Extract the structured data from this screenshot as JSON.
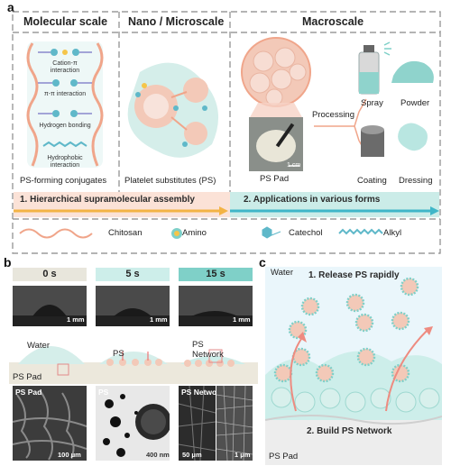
{
  "panel_a": {
    "letter": "a",
    "headers": [
      "Molecular scale",
      "Nano / Microscale",
      "Macroscale"
    ],
    "interactions": [
      "Cation-π interaction",
      "π-π interaction",
      "Hydrogen bonding",
      "Hydrophobic interaction"
    ],
    "captions": {
      "molecular": "PS-forming  conjugates",
      "nano": "Platelet substitutes (PS)",
      "pad": "PS Pad",
      "scale": "1 cm",
      "processing": "Processing",
      "spray": "Spray",
      "powder": "Powder",
      "coating": "Coating",
      "dressing": "Dressing"
    },
    "steps": [
      "1. Hierarchical supramolecular assembly",
      "2. Applications in various forms"
    ],
    "legend": [
      "Chitosan",
      "Amino",
      "Catechol",
      "Alkyl"
    ],
    "colors": {
      "chitosan": "#f0a58a",
      "amino": "#f5c54a",
      "teal": "#7fd0c8",
      "pink": "#f7d6cc"
    }
  },
  "panel_b": {
    "letter": "b",
    "times": [
      "0 s",
      "5 s",
      "15 s"
    ],
    "scale_photo": "1 mm",
    "labels": {
      "water": "Water",
      "ps": "PS",
      "ps_network": "PS\nNetwork",
      "ps_pad": "PS Pad"
    },
    "micro_labels": [
      "PS Pad",
      "PS",
      "PS Network"
    ],
    "micro_scales": [
      "100 μm",
      "400 nm",
      "50 μm",
      "1 μm"
    ]
  },
  "panel_c": {
    "letter": "c",
    "water": "Water",
    "step1": "1. Release PS rapidly",
    "step2": "2. Build PS Network",
    "pad": "PS Pad"
  }
}
